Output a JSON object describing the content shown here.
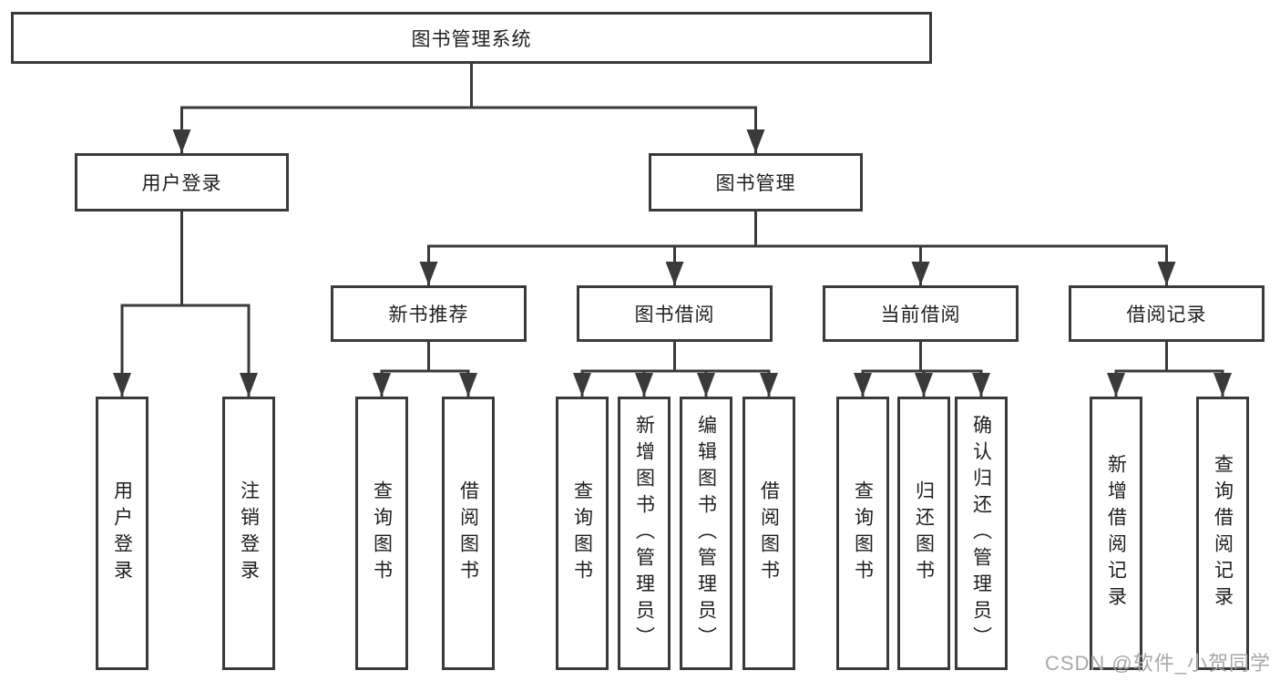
{
  "diagram": {
    "title": "图书管理系统",
    "level2": {
      "user_login": "用户登录",
      "book_management": "图书管理"
    },
    "level3": {
      "new_books": "新书推荐",
      "book_borrow": "图书借阅",
      "current_borrow": "当前借阅",
      "borrow_records": "借阅记录"
    },
    "leaves": {
      "user_login": [
        "用户登录",
        "注销登录"
      ],
      "new_books": [
        "查询图书",
        "借阅图书"
      ],
      "book_borrow": [
        "查询图书",
        "新增图书（管理员）",
        "编辑图书（管理员）",
        "借阅图书"
      ],
      "current_borrow": [
        "查询图书",
        "归还图书",
        "确认归还（管理员）"
      ],
      "borrow_records": [
        "新增借阅记录",
        "查询借阅记录"
      ]
    },
    "watermark": "CSDN @软件_小贺同学"
  },
  "colors": {
    "line": "#3a3a3a",
    "text": "#1f1f1f",
    "watermark": "#a8a8a8",
    "background": "#ffffff"
  }
}
